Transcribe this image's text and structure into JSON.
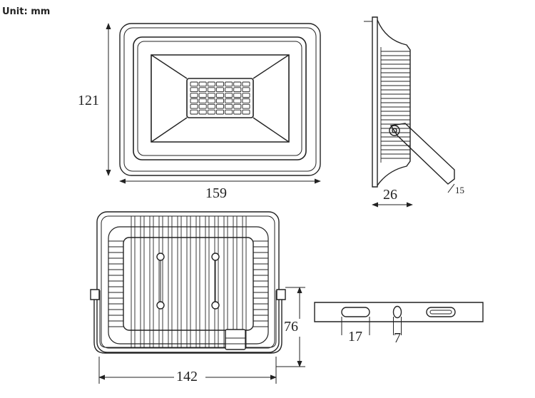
{
  "unit_label": "Unit: mm",
  "dimensions": {
    "front_height": "121",
    "front_width": "159",
    "side_depth": "26",
    "bracket_thickness": "15",
    "back_width": "142",
    "back_mount_height": "76",
    "slot_width": "17",
    "hole_diameter": "7"
  },
  "led_grid": {
    "rows": 6,
    "cols": 7
  }
}
